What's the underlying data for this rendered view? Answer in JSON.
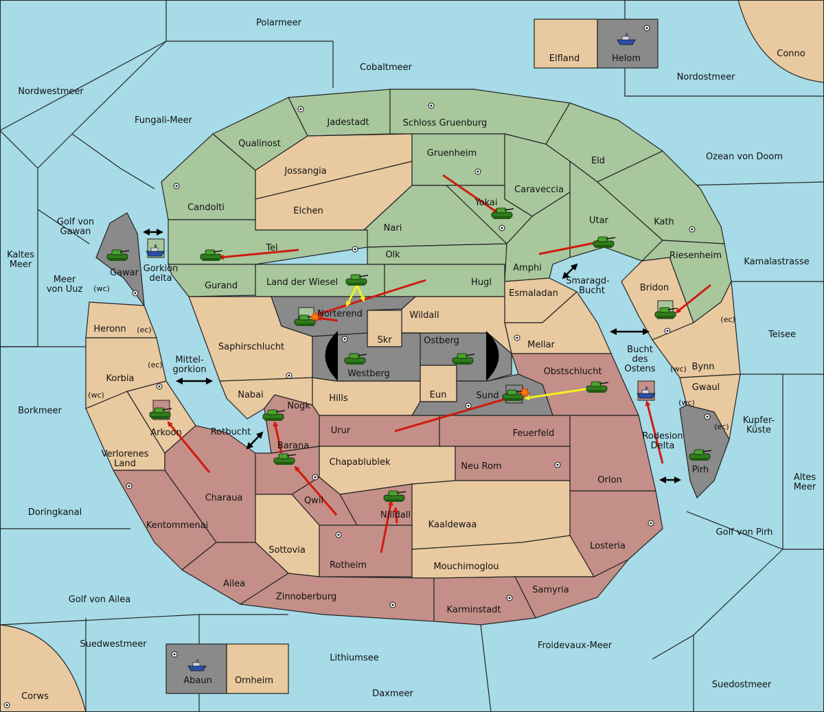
{
  "sea_regions": [
    {
      "id": "polarmeer",
      "name": "Polarmeer"
    },
    {
      "id": "cobaltmeer",
      "name": "Cobaltmeer"
    },
    {
      "id": "nordostmeer",
      "name": "Nordostmeer"
    },
    {
      "id": "nordwestmeer",
      "name": "Nordwestmeer"
    },
    {
      "id": "fungali",
      "name": "Fungali-Meer"
    },
    {
      "id": "ozean",
      "name": "Ozean von Doom"
    },
    {
      "id": "golf-gawan",
      "name": "Golf von\nGawan"
    },
    {
      "id": "kaltes",
      "name": "Kaltes\nMeer"
    },
    {
      "id": "meer-uuz",
      "name": "Meer\nvon Uuz"
    },
    {
      "id": "kamalastrasse",
      "name": "Kamalastrasse"
    },
    {
      "id": "smaragd",
      "name": "Smaragd-\nBucht"
    },
    {
      "id": "teisee",
      "name": "Teisee"
    },
    {
      "id": "mittelgorkion",
      "name": "Mittel-\ngorkion"
    },
    {
      "id": "bucht-ostens",
      "name": "Bucht\ndes\nOstens"
    },
    {
      "id": "borkmeer",
      "name": "Borkmeer"
    },
    {
      "id": "kupfer",
      "name": "Kupfer-\nKüste"
    },
    {
      "id": "rotbucht",
      "name": "Rotbucht"
    },
    {
      "id": "gorkion-delta",
      "name": "Gorkion\ndelta"
    },
    {
      "id": "rodesion",
      "name": "Rodesion\nDelta"
    },
    {
      "id": "altes",
      "name": "Altes\nMeer"
    },
    {
      "id": "doringkanal",
      "name": "Doringkanal"
    },
    {
      "id": "golf-pirh",
      "name": "Golf von Pirh"
    },
    {
      "id": "golf-ailea",
      "name": "Golf von Ailea"
    },
    {
      "id": "suedwestmeer",
      "name": "Suedwestmeer"
    },
    {
      "id": "lithiumsee",
      "name": "Lithiumsee"
    },
    {
      "id": "froidevaux",
      "name": "Froidevaux-Meer"
    },
    {
      "id": "suedostmeer",
      "name": "Suedostmeer"
    },
    {
      "id": "daxmeer",
      "name": "Daxmeer"
    }
  ],
  "land_regions": [
    {
      "id": "jadestadt",
      "name": "Jadestadt",
      "owner": "green"
    },
    {
      "id": "schloss",
      "name": "Schloss Gruenburg",
      "owner": "green"
    },
    {
      "id": "qualinost",
      "name": "Qualinost",
      "owner": "green"
    },
    {
      "id": "jossangia",
      "name": "Jossangia",
      "owner": "neutral"
    },
    {
      "id": "gruenheim",
      "name": "Gruenheim",
      "owner": "green"
    },
    {
      "id": "eld",
      "name": "Eld",
      "owner": "green"
    },
    {
      "id": "candolti",
      "name": "Candolti",
      "owner": "green"
    },
    {
      "id": "elchen",
      "name": "Elchen",
      "owner": "neutral"
    },
    {
      "id": "caraveccia",
      "name": "Caraveccia",
      "owner": "green"
    },
    {
      "id": "yokai",
      "name": "Yokai",
      "owner": "green"
    },
    {
      "id": "nari",
      "name": "Nari",
      "owner": "green"
    },
    {
      "id": "utar",
      "name": "Utar",
      "owner": "green"
    },
    {
      "id": "kath",
      "name": "Kath",
      "owner": "green"
    },
    {
      "id": "tel",
      "name": "Tel",
      "owner": "green"
    },
    {
      "id": "olk",
      "name": "Olk",
      "owner": "green"
    },
    {
      "id": "amphi",
      "name": "Amphi",
      "owner": "green"
    },
    {
      "id": "riesenheim",
      "name": "Riesenheim",
      "owner": "green"
    },
    {
      "id": "gurand",
      "name": "Gurand",
      "owner": "green"
    },
    {
      "id": "land-wiesel",
      "name": "Land der Wiesel",
      "owner": "green"
    },
    {
      "id": "hugl",
      "name": "Hugl",
      "owner": "green"
    },
    {
      "id": "bridon",
      "name": "Bridon",
      "owner": "neutral"
    },
    {
      "id": "gawar",
      "name": "Gawar",
      "owner": "grey"
    },
    {
      "id": "esmaladan",
      "name": "Esmaladan",
      "owner": "neutral"
    },
    {
      "id": "norterend",
      "name": "Norterend",
      "owner": "grey"
    },
    {
      "id": "wildall",
      "name": "Wildall",
      "owner": "neutral"
    },
    {
      "id": "heronn",
      "name": "Heronn",
      "owner": "neutral"
    },
    {
      "id": "skr",
      "name": "Skr",
      "owner": "neutral"
    },
    {
      "id": "ostberg",
      "name": "Ostberg",
      "owner": "grey"
    },
    {
      "id": "saphir",
      "name": "Saphirschlucht",
      "owner": "neutral"
    },
    {
      "id": "mellar",
      "name": "Mellar",
      "owner": "neutral"
    },
    {
      "id": "westberg",
      "name": "Westberg",
      "owner": "grey"
    },
    {
      "id": "obstschlucht",
      "name": "Obstschlucht",
      "owner": "red"
    },
    {
      "id": "bynn",
      "name": "Bynn",
      "owner": "neutral"
    },
    {
      "id": "korbia",
      "name": "Korbia",
      "owner": "neutral"
    },
    {
      "id": "gwaul",
      "name": "Gwaul",
      "owner": "neutral"
    },
    {
      "id": "nabai",
      "name": "Nabai",
      "owner": "neutral"
    },
    {
      "id": "hills",
      "name": "Hills",
      "owner": "neutral"
    },
    {
      "id": "eun",
      "name": "Eun",
      "owner": "neutral"
    },
    {
      "id": "sund",
      "name": "Sund",
      "owner": "grey"
    },
    {
      "id": "nogk",
      "name": "Nogk",
      "owner": "red"
    },
    {
      "id": "arkoon",
      "name": "Arkoon",
      "owner": "neutral"
    },
    {
      "id": "urur",
      "name": "Urur",
      "owner": "red"
    },
    {
      "id": "feuerfeld",
      "name": "Feuerfeld",
      "owner": "red"
    },
    {
      "id": "barana",
      "name": "Barana",
      "owner": "red"
    },
    {
      "id": "verlorenes",
      "name": "Verlorenes\nLand",
      "owner": "neutral"
    },
    {
      "id": "chapablublek",
      "name": "Chapablublek",
      "owner": "neutral"
    },
    {
      "id": "neurom",
      "name": "Neu Rom",
      "owner": "red"
    },
    {
      "id": "pirh",
      "name": "Pirh",
      "owner": "grey"
    },
    {
      "id": "orlon",
      "name": "Orlon",
      "owner": "red"
    },
    {
      "id": "charaua",
      "name": "Charaua",
      "owner": "red"
    },
    {
      "id": "qwil",
      "name": "Qwil",
      "owner": "red"
    },
    {
      "id": "nilldall",
      "name": "Nilldall",
      "owner": "red"
    },
    {
      "id": "kentommenai",
      "name": "Kentommenai",
      "owner": "red"
    },
    {
      "id": "kaaldewaa",
      "name": "Kaaldewaa",
      "owner": "neutral"
    },
    {
      "id": "losteria",
      "name": "Losteria",
      "owner": "red"
    },
    {
      "id": "sottovia",
      "name": "Sottovia",
      "owner": "neutral"
    },
    {
      "id": "rotheim",
      "name": "Rotheim",
      "owner": "red"
    },
    {
      "id": "mouchimoglou",
      "name": "Mouchimoglou",
      "owner": "neutral"
    },
    {
      "id": "ailea",
      "name": "Ailea",
      "owner": "red"
    },
    {
      "id": "samyria",
      "name": "Samyria",
      "owner": "red"
    },
    {
      "id": "zinnoberburg",
      "name": "Zinnoberburg",
      "owner": "red"
    },
    {
      "id": "karminstadt",
      "name": "Karminstadt",
      "owner": "red"
    },
    {
      "id": "elfland",
      "name": "Elfland",
      "owner": "neutral"
    },
    {
      "id": "helom",
      "name": "Helom",
      "owner": "grey"
    },
    {
      "id": "conno",
      "name": "Conno",
      "owner": "neutral"
    },
    {
      "id": "abaun",
      "name": "Abaun",
      "owner": "grey"
    },
    {
      "id": "ornheim",
      "name": "Ornheim",
      "owner": "neutral"
    },
    {
      "id": "corws",
      "name": "Corws",
      "owner": "neutral"
    }
  ],
  "coast_tags": {
    "wc": "(wc)",
    "ec": "(ec)"
  },
  "colors": {
    "sea": "#a7dbe8",
    "green": "#a8c79d",
    "tan": "#e9c9a0",
    "red": "#c48f88",
    "grey": "#8a8a8a",
    "move_arrow": "#d01a10",
    "support_arrow": "#f4f21c",
    "border": "#222222"
  },
  "icons": {
    "army": "tank-icon",
    "fleet": "ship-icon",
    "supply_center": "supply-center-dot-icon",
    "bounce": "explosion-icon",
    "convoy_link": "double-arrow-icon"
  }
}
